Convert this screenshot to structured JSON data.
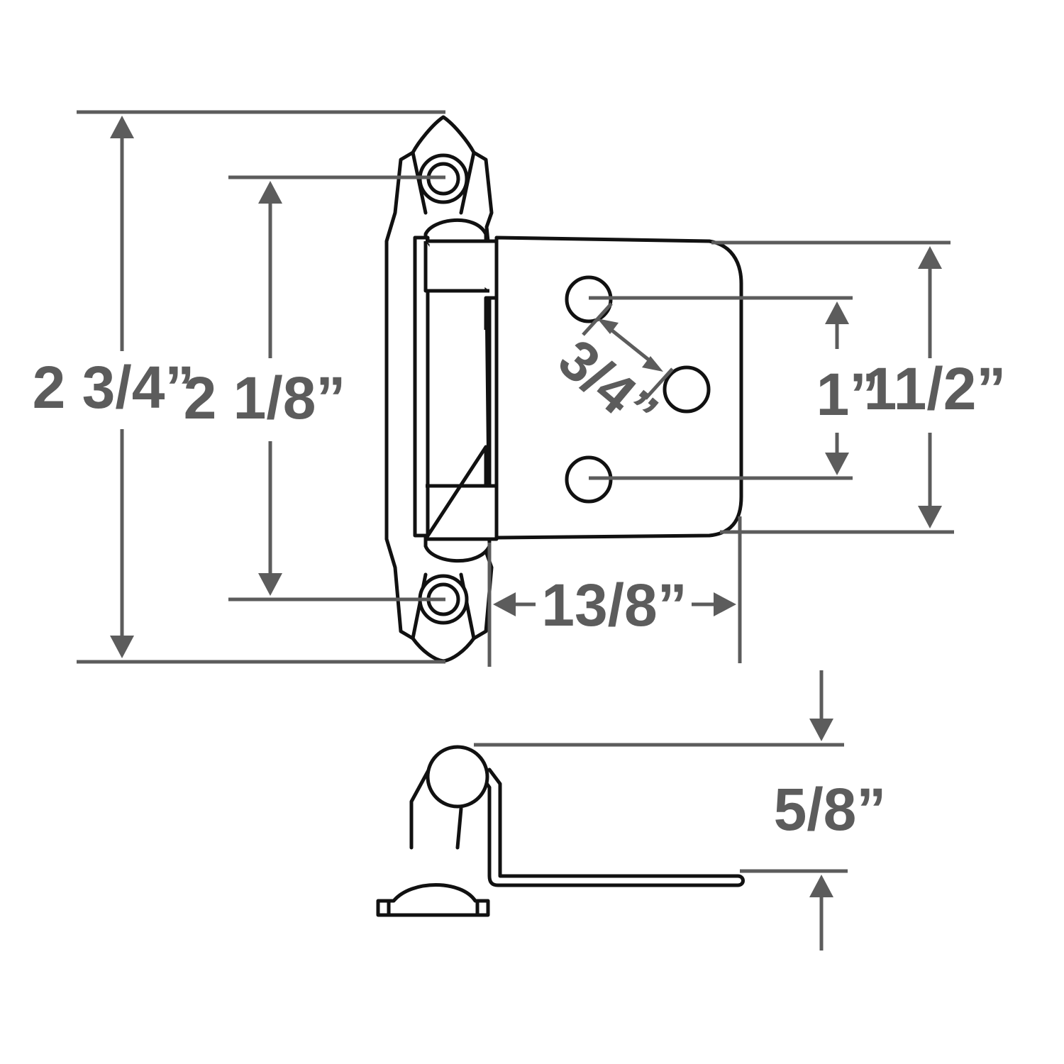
{
  "diagram": {
    "line_color": "#5c5c5c",
    "outline_color": "#111111",
    "background": "#ffffff",
    "dimensions": {
      "overall_height": "2 3/4”",
      "hole_spacing": "2 1/8”",
      "diagonal_hole": "3/4”",
      "plate_holes": "1”",
      "plate_height": "11/2”",
      "plate_width": "13/8”",
      "offset": "5/8”"
    }
  }
}
